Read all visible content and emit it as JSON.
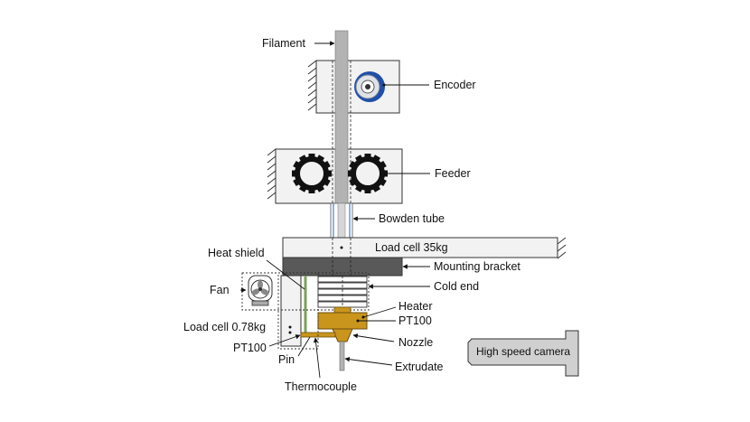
{
  "labels": {
    "filament": "Filament",
    "encoder": "Encoder",
    "feeder": "Feeder",
    "bowden_tube": "Bowden tube",
    "load_cell_35": "Load cell 35kg",
    "mounting_bracket": "Mounting bracket",
    "heat_shield": "Heat shield",
    "cold_end": "Cold end",
    "fan": "Fan",
    "heater": "Heater",
    "pt100_right": "PT100",
    "load_cell_078": "Load cell 0.78kg",
    "nozzle": "Nozzle",
    "pt100_left": "PT100",
    "pin": "Pin",
    "extrudate": "Extrudate",
    "thermocouple": "Thermocouple",
    "high_speed_camera": "High speed camera"
  },
  "colors": {
    "frame_fill": "#f2f2f2",
    "outline": "#333333",
    "filament": "#b3b3b3",
    "bracket": "#595959",
    "hot_end": "#c9951c",
    "encoder_blue": "#1f4fa8",
    "camera": "#d0d0d0",
    "bowden_blue": "#4a7ec9"
  },
  "icons": [
    "encoder-icon",
    "gear-icon",
    "fan-icon"
  ]
}
